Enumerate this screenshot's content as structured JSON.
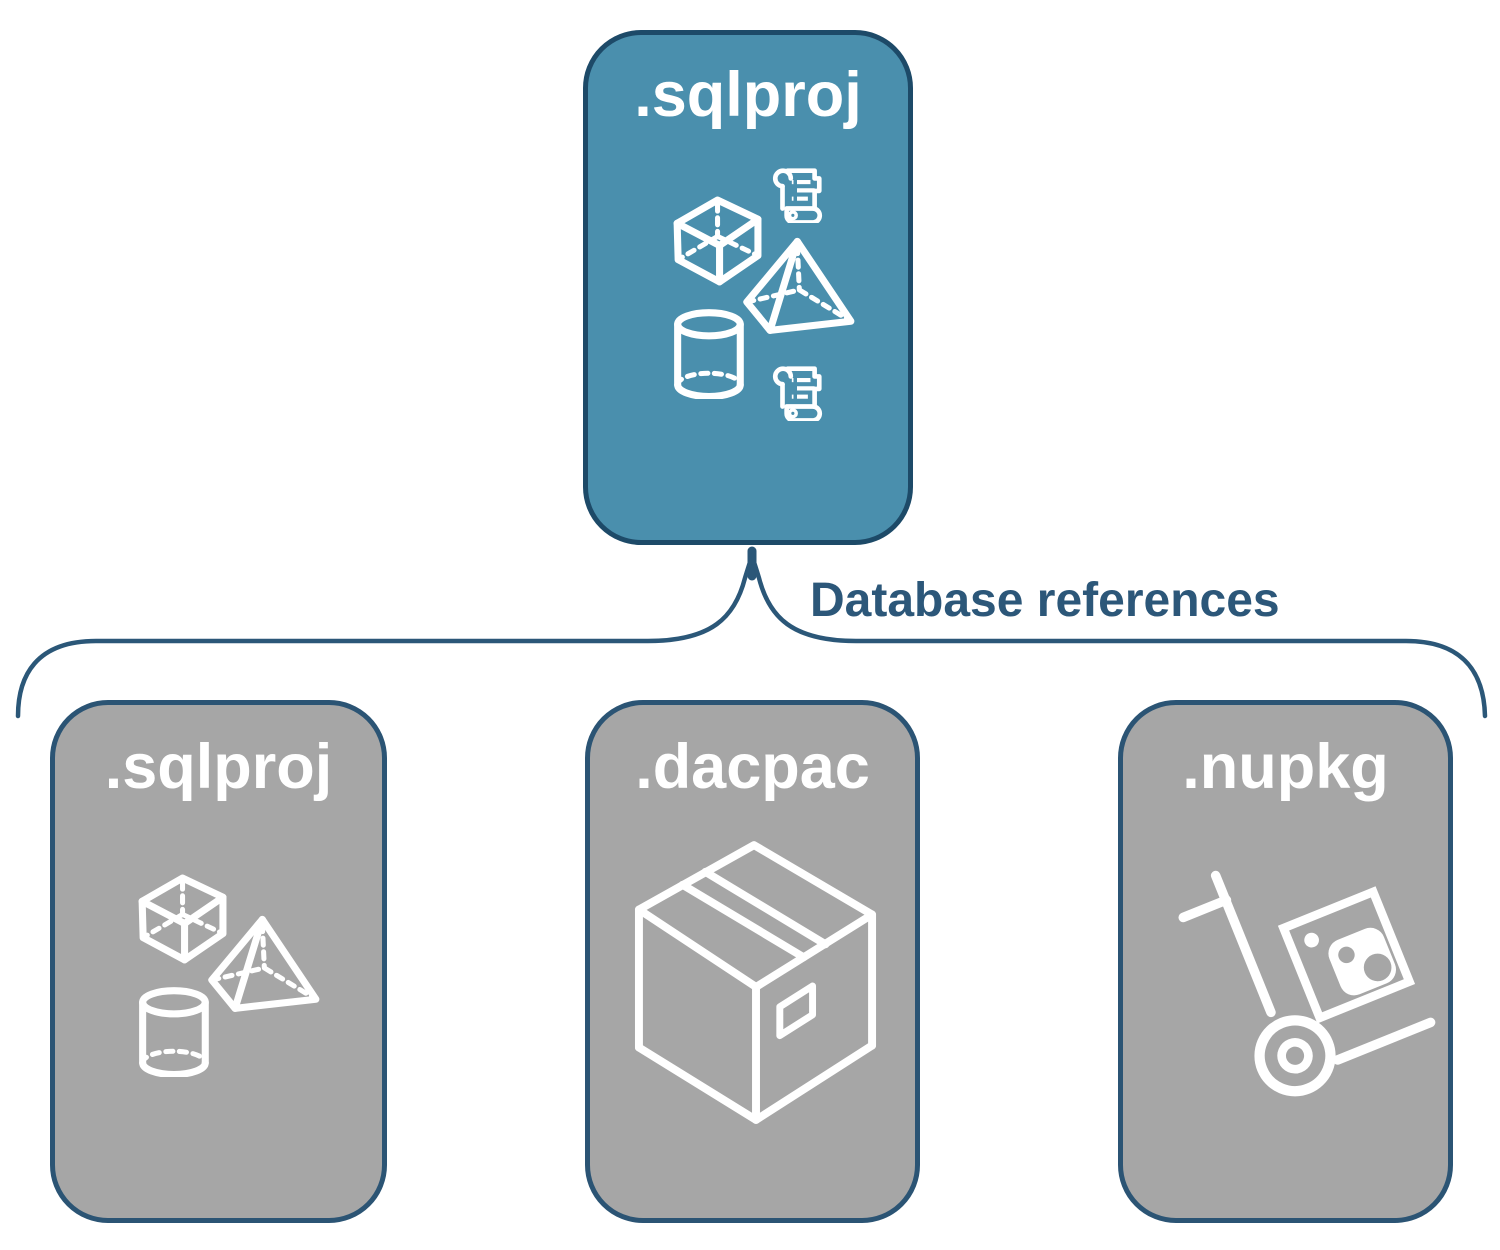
{
  "diagram": {
    "root": {
      "label": ".sqlproj",
      "icons": [
        "scroll-icon",
        "cube-icon",
        "pyramid-icon",
        "cylinder-icon",
        "scroll-icon"
      ]
    },
    "edge": {
      "label": "Database references"
    },
    "children": [
      {
        "label": ".sqlproj",
        "icons": [
          "cube-icon",
          "pyramid-icon",
          "cylinder-icon"
        ]
      },
      {
        "label": ".dacpac",
        "icons": [
          "package-box-icon"
        ]
      },
      {
        "label": ".nupkg",
        "icons": [
          "nuget-hand-truck-icon"
        ]
      }
    ],
    "colors": {
      "background": "#ffffff",
      "root_fill": "#4a8fad",
      "root_border": "#1d4a68",
      "child_fill": "#a6a6a6",
      "child_border": "#2b5474",
      "connector_line": "#2b5778",
      "edge_label_text": "#2c5779",
      "icon_stroke": "#ffffff",
      "label_text": "#ffffff"
    }
  }
}
